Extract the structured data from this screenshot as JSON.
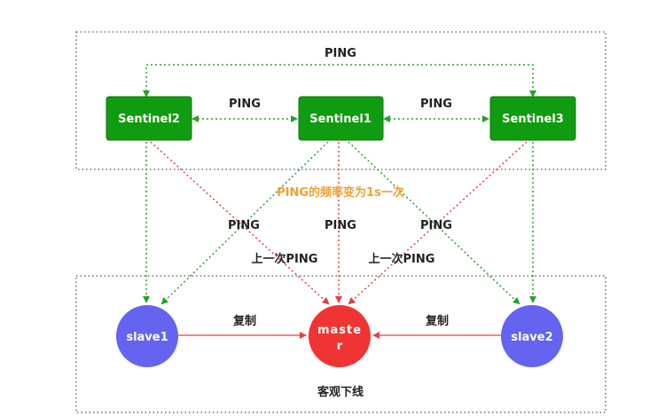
{
  "nodes": {
    "sentinel1": "Sentinel1",
    "sentinel2": "Sentinel2",
    "sentinel3": "Sentinel3",
    "slave1": "slave1",
    "slave2": "slave2",
    "master_line1": "maste",
    "master_line2": "r"
  },
  "labels": {
    "ping_top": "PING",
    "ping_left": "PING",
    "ping_right": "PING",
    "ping_frequency": "PING的频率变为1s一次",
    "ping_to_slave1": "PING",
    "ping_to_master": "PING",
    "ping_to_slave2": "PING",
    "last_ping_left": "上一次PING",
    "last_ping_right": "上一次PING",
    "replicate_left": "复制",
    "replicate_right": "复制",
    "objective_down": "客观下线"
  },
  "colors": {
    "sentinel": "#109c10",
    "sentinel_border": "#0a7a0a",
    "slave": "#6464f0",
    "master": "#f03434",
    "green_edge": "#28a028",
    "red_edge": "#e04040",
    "note": "#f0a030"
  }
}
